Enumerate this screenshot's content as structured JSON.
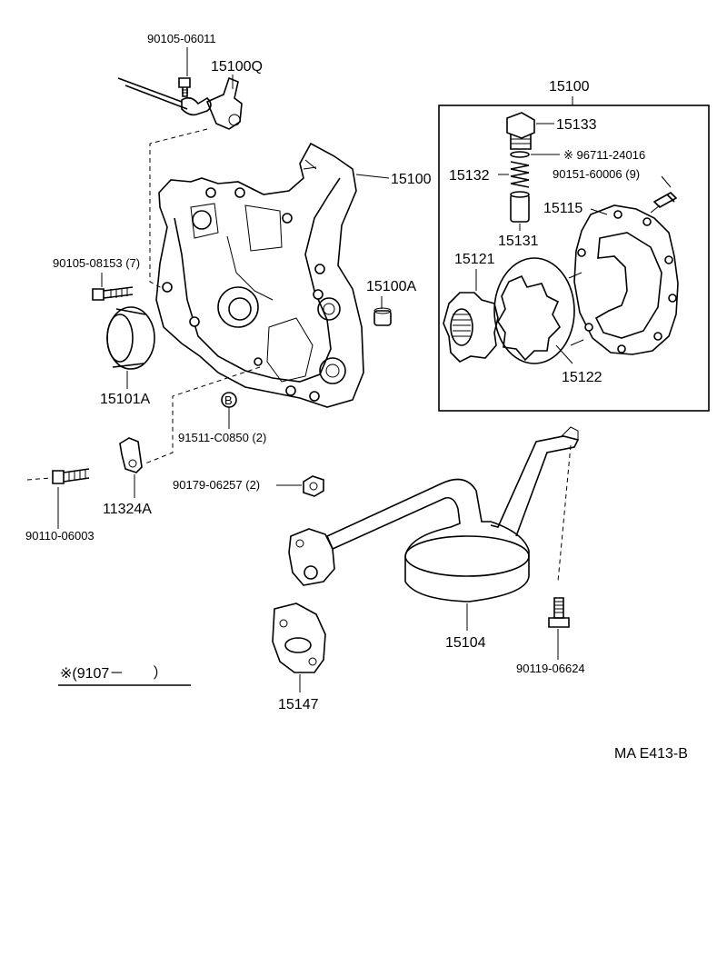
{
  "diagram": {
    "callouts": {
      "bolt_top": "90105-06011",
      "sensor": "15100Q",
      "pump_box": "15100",
      "pump_body": "15100",
      "relief_plug": "15133",
      "gasket_marked": "※ 96711-24016",
      "spring": "15132",
      "screw_pump_plate": "90151-60006 (9)",
      "pump_cover": "15115",
      "valve": "15131",
      "drive_rotor": "15121",
      "driven_rotor": "15122",
      "bolt_cover": "90105-08153 (7)",
      "pin": "15100A",
      "seal": "15101A",
      "b_marker": "B",
      "bolt_b": "91511-C0850 (2)",
      "bracket": "11324A",
      "bolt_bracket": "90110-06003",
      "nut": "90179-06257 (2)",
      "strainer": "15104",
      "bolt_strainer": "90119-06624",
      "gasket_strainer": "15147"
    },
    "note": "※(9107－　　）",
    "figure_code": "MA E413-B"
  }
}
